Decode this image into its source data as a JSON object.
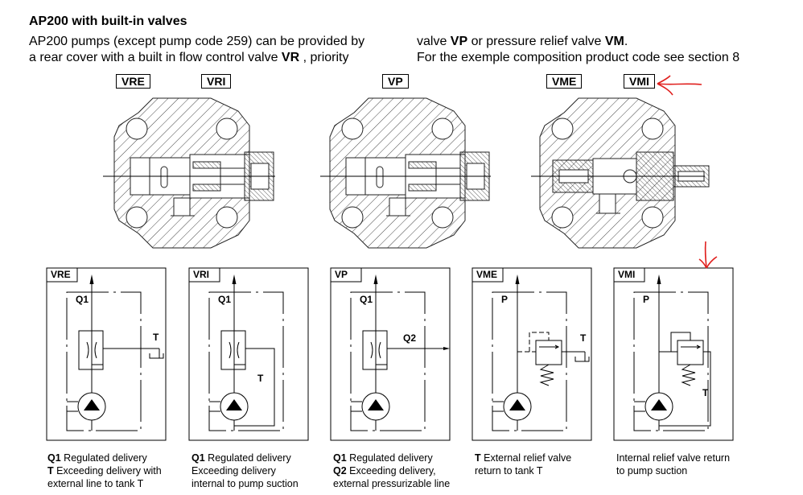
{
  "heading": "AP200 with built-in valves",
  "intro": {
    "left_line1": "AP200 pumps (except pump code 259) can be provided by",
    "left_line2_pre": "a rear cover with a built in flow control valve ",
    "left_line2_bold": "VR",
    "left_line2_post": " , priority",
    "right_line1_pre": "valve ",
    "right_line1_bold1": "VP",
    "right_line1_mid": " or pressure relief valve ",
    "right_line1_bold2": "VM",
    "right_line1_post": ".",
    "right_line2": "For the exemple composition product code see section 8"
  },
  "section_tags": [
    "VRE",
    "VRI",
    "VP",
    "VME",
    "VMI"
  ],
  "schematics": [
    {
      "tag": "VRE",
      "port_top": "Q1",
      "port_side": "T"
    },
    {
      "tag": "VRI",
      "port_top": "Q1",
      "port_side": "T"
    },
    {
      "tag": "VP",
      "port_top": "Q1",
      "port_side": "Q2"
    },
    {
      "tag": "VME",
      "port_top": "P",
      "port_side": "T"
    },
    {
      "tag": "VMI",
      "port_top": "P",
      "port_side": "T"
    }
  ],
  "captions": [
    {
      "lines": [
        {
          "bold": "Q1",
          "text": " Regulated delivery"
        },
        {
          "bold": "T",
          "text": " Exceeding delivery with"
        },
        {
          "bold": "",
          "text": "external line to tank T"
        }
      ]
    },
    {
      "lines": [
        {
          "bold": "Q1",
          "text": " Regulated delivery"
        },
        {
          "bold": "",
          "text": "Exceeding delivery"
        },
        {
          "bold": "",
          "text": "internal to pump suction"
        }
      ]
    },
    {
      "lines": [
        {
          "bold": "Q1",
          "text": " Regulated delivery"
        },
        {
          "bold": "Q2",
          "text": " Exceeding delivery,"
        },
        {
          "bold": "",
          "text": "external pressurizable line"
        }
      ]
    },
    {
      "lines": [
        {
          "bold": "T",
          "text": " External relief valve"
        },
        {
          "bold": "",
          "text": "return to tank T"
        }
      ]
    },
    {
      "lines": [
        {
          "bold": "",
          "text": "Internal relief valve return"
        },
        {
          "bold": "",
          "text": "to pump suction"
        }
      ]
    }
  ],
  "annotation_color": "#e0201e"
}
